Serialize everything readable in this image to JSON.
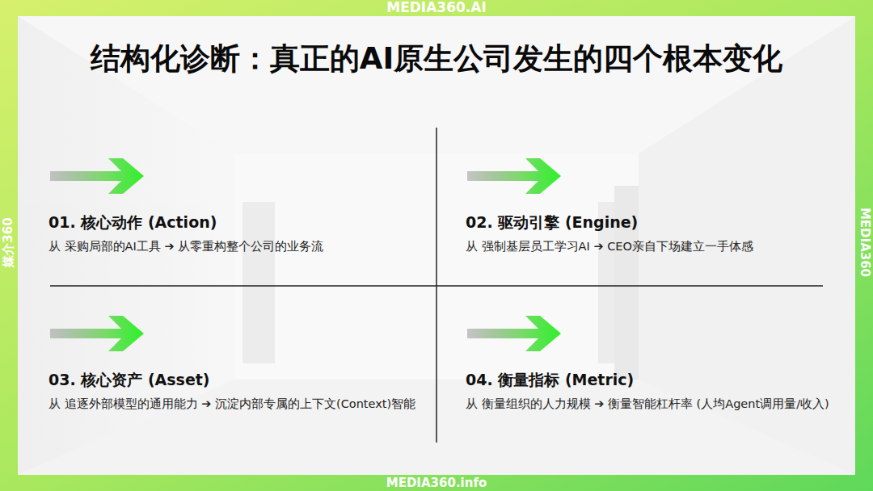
{
  "diagram": {
    "title": "结构化诊断：真正的AI原生公司发生的四个根本变化",
    "nodes": [
      {
        "text": [
          "01. 核心动作 (Action)",
          "从 采购局部的AI工具 ➔ 从零重构整个公司的业务流"
        ]
      },
      {
        "text": [
          "02. 驱动引擎 (Engine)",
          "从 强制基层员工学习AI ➔ CEO亲自下场建立一手体感"
        ]
      },
      {
        "text": [
          "03. 核心资产 (Asset)",
          "从 追逐外部模型的通用能力 ➔ 沉淀内部专属的上下文(Context)智能"
        ]
      },
      {
        "text": [
          "04. 衡量指标 (Metric)",
          "从 衡量组织的人力规模 ➔ 衡量智能杠杆率 (人均Agent调用量/收入)"
        ]
      }
    ],
    "labels": [
      "MEDIA360.AI",
      "媒介360",
      "MEDIA360",
      "MEDIA360.info"
    ]
  }
}
